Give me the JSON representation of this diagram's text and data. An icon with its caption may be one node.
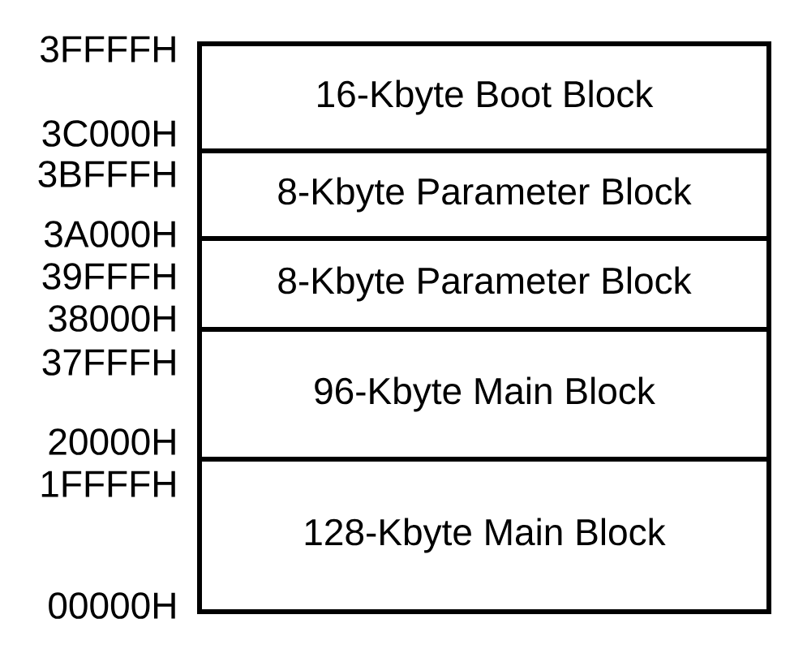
{
  "diagram": {
    "nodes": [
      {
        "text": [
          "16-Kbyte Boot Block"
        ],
        "beside": [
          "3FFFFH",
          "3C000H"
        ]
      },
      {
        "text": [
          "8-Kbyte Parameter Block"
        ],
        "beside": [
          "3BFFFH",
          "3A000H"
        ]
      },
      {
        "text": [
          "8-Kbyte Parameter Block"
        ],
        "beside": [
          "39FFFH",
          "38000H"
        ]
      },
      {
        "text": [
          "96-Kbyte Main Block"
        ],
        "beside": [
          "37FFFH",
          "20000H"
        ]
      },
      {
        "text": [
          "128-Kbyte Main Block"
        ],
        "beside": [
          "1FFFFH",
          "00000H"
        ]
      }
    ]
  }
}
